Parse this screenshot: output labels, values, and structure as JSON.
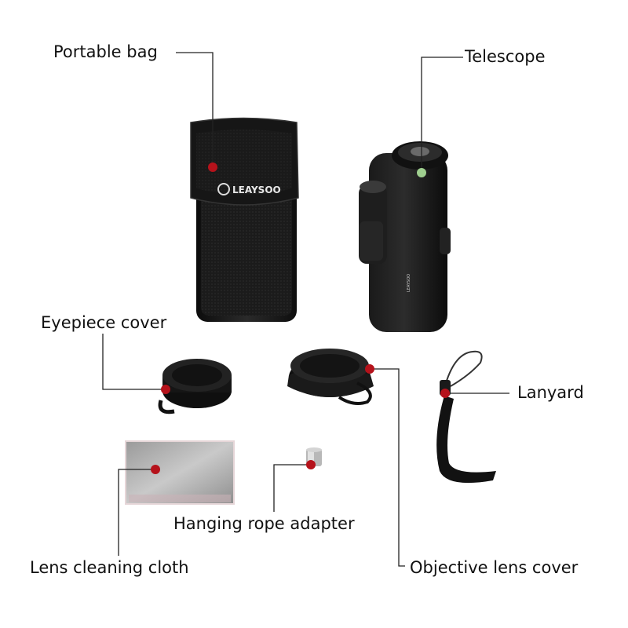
{
  "labels": {
    "portable_bag": "Portable bag",
    "telescope": "Telescope",
    "eyepiece_cover": "Eyepiece cover",
    "lanyard": "Lanyard",
    "hanging_rope_adapter": "Hanging rope adapter",
    "lens_cleaning_cloth": "Lens cleaning cloth",
    "objective_lens_cover": "Objective lens cover"
  },
  "brand": {
    "bag_logo": "LEAYSOO",
    "telescope_logo": "LEAYSOO"
  },
  "colors": {
    "marker_red": "#b5121b",
    "marker_green": "#9fcf8f",
    "leader_line": "#222222",
    "product_black": "#141414"
  }
}
